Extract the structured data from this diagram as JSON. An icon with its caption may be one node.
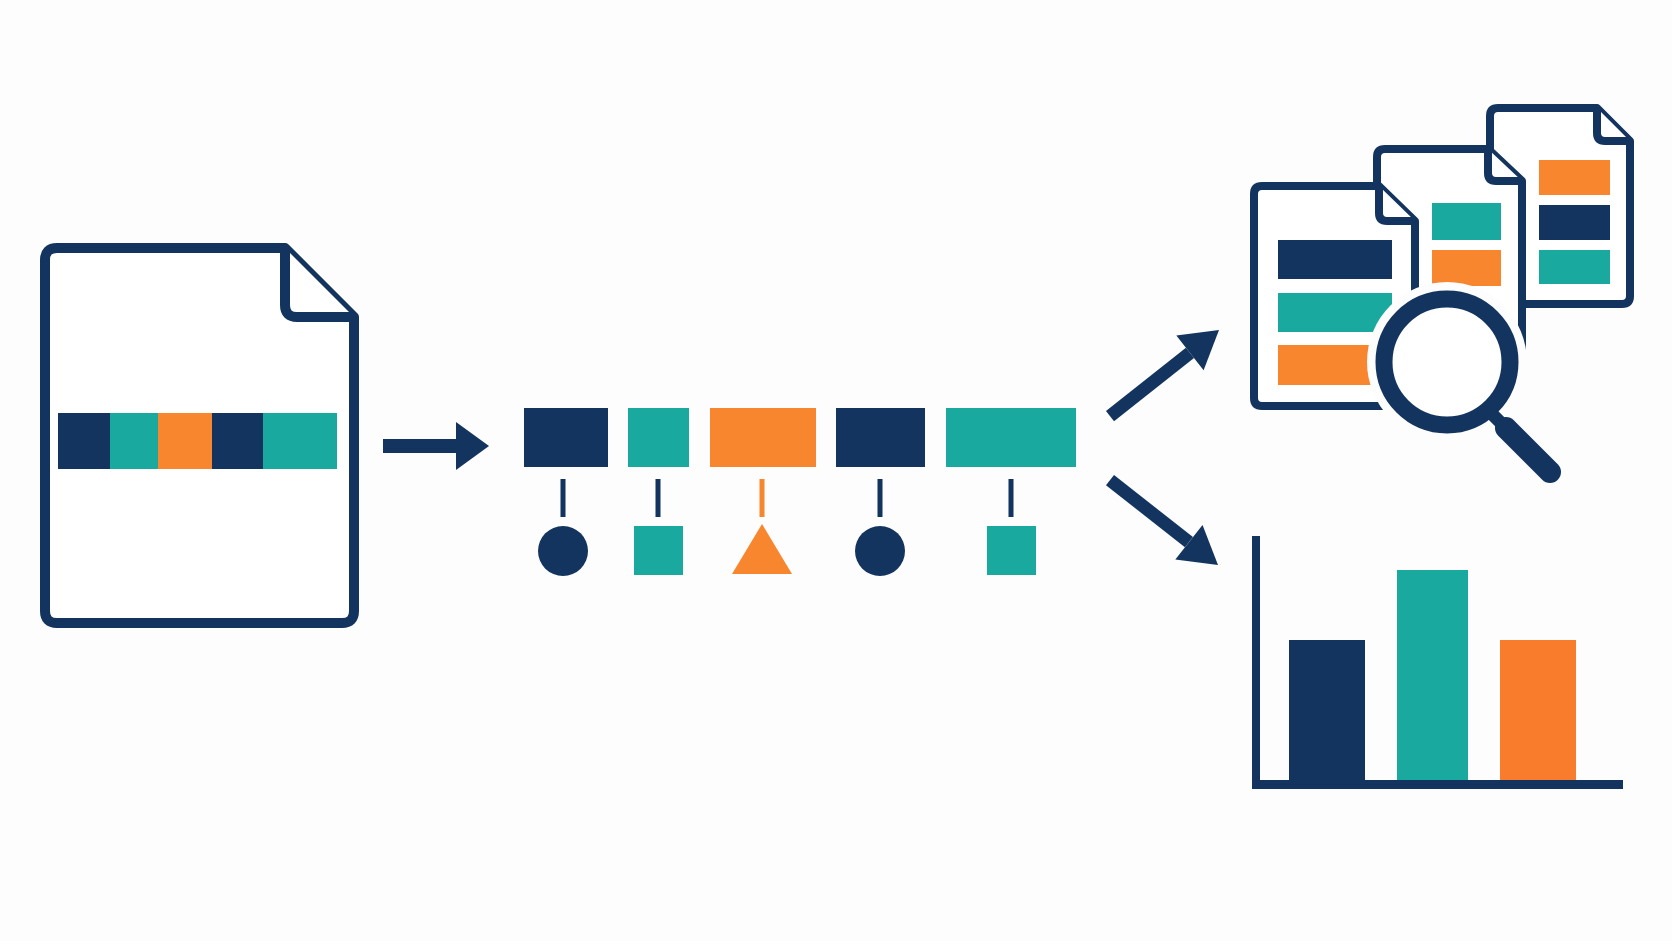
{
  "diagram": {
    "nodes": [
      {
        "text": [],
        "shape": "picture"
      },
      {
        "text": [],
        "shape": "picture"
      },
      {
        "text": [],
        "shape": "picture"
      },
      {
        "text": [],
        "shape": "picture"
      }
    ],
    "edges": [
      {
        "from": 0,
        "to": 1,
        "arrow": "to"
      },
      {
        "from": 1,
        "to": 2,
        "arrow": "to"
      },
      {
        "from": 1,
        "to": 3,
        "arrow": "to"
      }
    ]
  }
}
